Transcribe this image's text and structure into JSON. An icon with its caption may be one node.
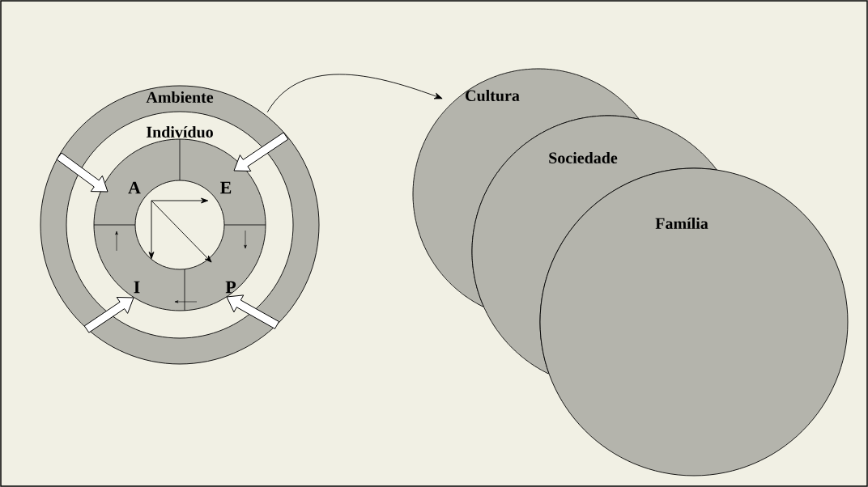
{
  "diagram": {
    "nodes": [
      {
        "text": [
          "Ambiente"
        ]
      },
      {
        "text": [
          "Indivíduo"
        ],
        "in": 0
      },
      {
        "text": [
          "A",
          "E",
          "I",
          "P"
        ],
        "in": 1
      },
      {
        "text": [],
        "shape": "circle",
        "in": 2
      },
      {
        "text": [
          "Cultura"
        ]
      },
      {
        "text": [
          "Sociedade"
        ]
      },
      {
        "text": [
          "Família"
        ]
      }
    ],
    "edges": [
      {
        "from": 0,
        "to": 4,
        "arrow": "to"
      }
    ]
  }
}
